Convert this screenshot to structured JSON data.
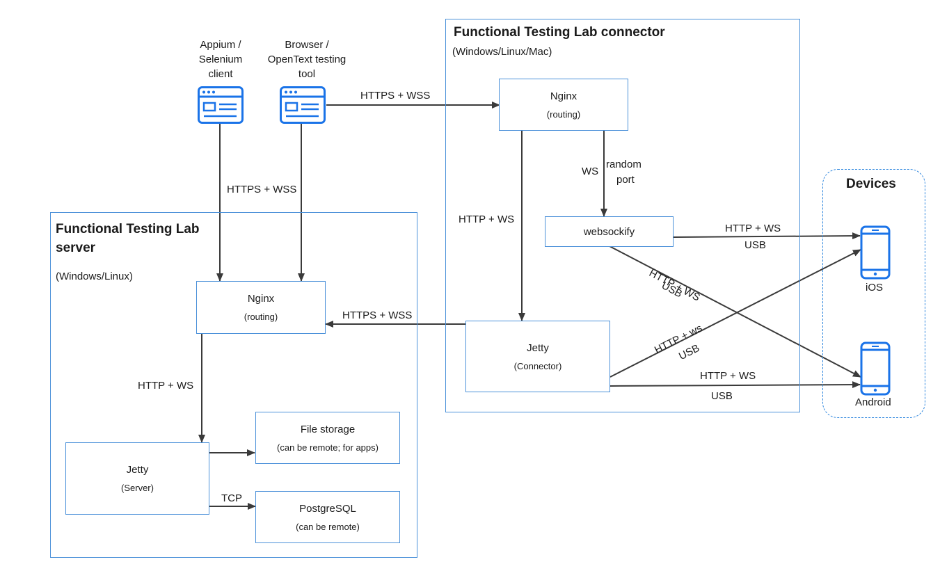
{
  "clients": {
    "appium": {
      "label_line1": "Appium /",
      "label_line2": "Selenium",
      "label_line3": "client",
      "icon": "browser-window-icon"
    },
    "browser": {
      "label_line1": "Browser /",
      "label_line2": "OpenText testing",
      "label_line3": "tool",
      "icon": "browser-window-icon"
    }
  },
  "connector": {
    "title": "Functional Testing Lab connector",
    "platforms": "(Windows/Linux/Mac)",
    "nginx": {
      "title": "Nginx",
      "sub": "(routing)"
    },
    "websockify": {
      "title": "websockify"
    },
    "jetty": {
      "title": "Jetty",
      "sub": "(Connector)"
    }
  },
  "server": {
    "title_line1": "Functional Testing Lab",
    "title_line2": "server",
    "platforms": "(Windows/Linux)",
    "nginx": {
      "title": "Nginx",
      "sub": "(routing)"
    },
    "jetty": {
      "title": "Jetty",
      "sub": "(Server)"
    },
    "file_storage": {
      "title": "File storage",
      "sub": "(can be remote; for apps)"
    },
    "postgresql": {
      "title": "PostgreSQL",
      "sub": "(can be remote)"
    }
  },
  "devices": {
    "title": "Devices",
    "ios": {
      "label": "iOS",
      "icon": "smartphone-icon"
    },
    "android": {
      "label": "Android",
      "icon": "smartphone-icon"
    }
  },
  "edges": {
    "browser_to_connector_nginx": "HTTPS + WSS",
    "clients_to_server_nginx": "HTTPS + WSS",
    "connector_nginx_to_websockify_ws": "WS",
    "connector_nginx_to_websockify_port_1": "random",
    "connector_nginx_to_websockify_port_2": "port",
    "connector_nginx_to_jetty": "HTTP + WS",
    "websockify_to_ios_top": "HTTP + WS",
    "websockify_to_ios_bottom": "USB",
    "websockify_to_android_top": "HTTP + WS",
    "websockify_to_android_bottom": "USB",
    "jetty_to_ios_top": "HTTP + ws",
    "jetty_to_ios_bottom": "USB",
    "jetty_to_android_top": "HTTP + WS",
    "jetty_to_android_bottom": "USB",
    "connector_jetty_to_server_nginx": "HTTPS + WSS",
    "server_nginx_to_jetty": "HTTP + WS",
    "server_jetty_to_postgresql": "TCP"
  },
  "colors": {
    "accent": "#1a73e8",
    "border": "#4a90d9",
    "edge": "#3a3a3a"
  }
}
